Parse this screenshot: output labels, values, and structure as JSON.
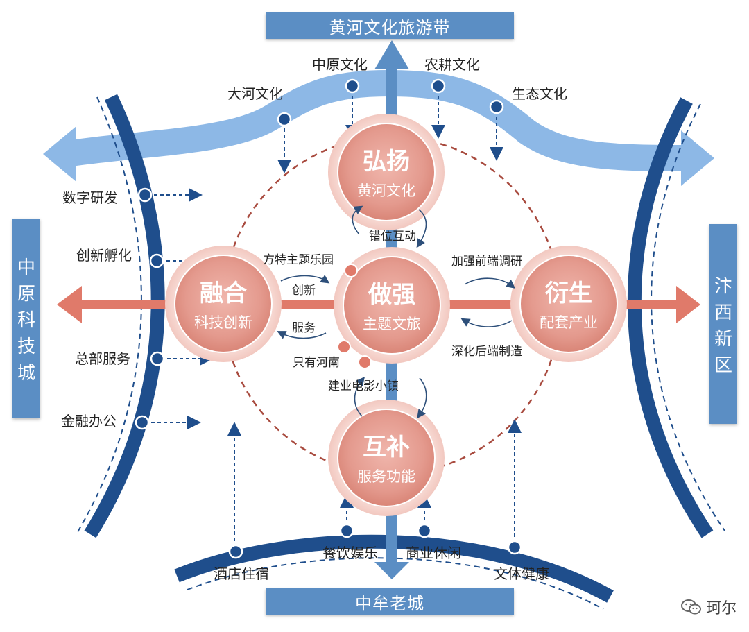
{
  "boxes": {
    "top": "黄河文化旅游带",
    "bottom": "中牟老城",
    "left": [
      "中",
      "原",
      "科",
      "技",
      "城"
    ],
    "right": [
      "汴",
      "西",
      "新",
      "区"
    ]
  },
  "centers": {
    "top": {
      "title": "弘扬",
      "sub": "黄河文化"
    },
    "center": {
      "title": "做强",
      "sub": "主题文旅"
    },
    "left": {
      "title": "融合",
      "sub": "科技创新"
    },
    "right": {
      "title": "衍生",
      "sub": "配套产业"
    },
    "bottom": {
      "title": "互补",
      "sub": "服务功能"
    }
  },
  "top_arc_labels": [
    "大河文化",
    "中原文化",
    "农耕文化",
    "生态文化"
  ],
  "left_arc_labels": [
    "数字研发",
    "创新孵化",
    "总部服务",
    "金融办公"
  ],
  "bottom_arc_labels": [
    "酒店住宿",
    "餐饮娱乐",
    "商业休闲",
    "文体健康"
  ],
  "interactions": {
    "top": "错位互动",
    "left_upper": "创新",
    "left_lower": "服务",
    "right_upper": "加强前端调研",
    "right_lower": "深化后端制造"
  },
  "projects": [
    "方特主题乐园",
    "只有河南",
    "建业电影小镇"
  ],
  "watermark": "珂尔",
  "colors": {
    "dark_blue": "#1f4e8c",
    "light_blue": "#8db8e6",
    "box_blue": "#5b8ec4",
    "salmon": "#e07a6a",
    "circle_fill": "#e9a69b",
    "dashed_red": "#a84a3e",
    "dot_red": "#e07a6a"
  }
}
